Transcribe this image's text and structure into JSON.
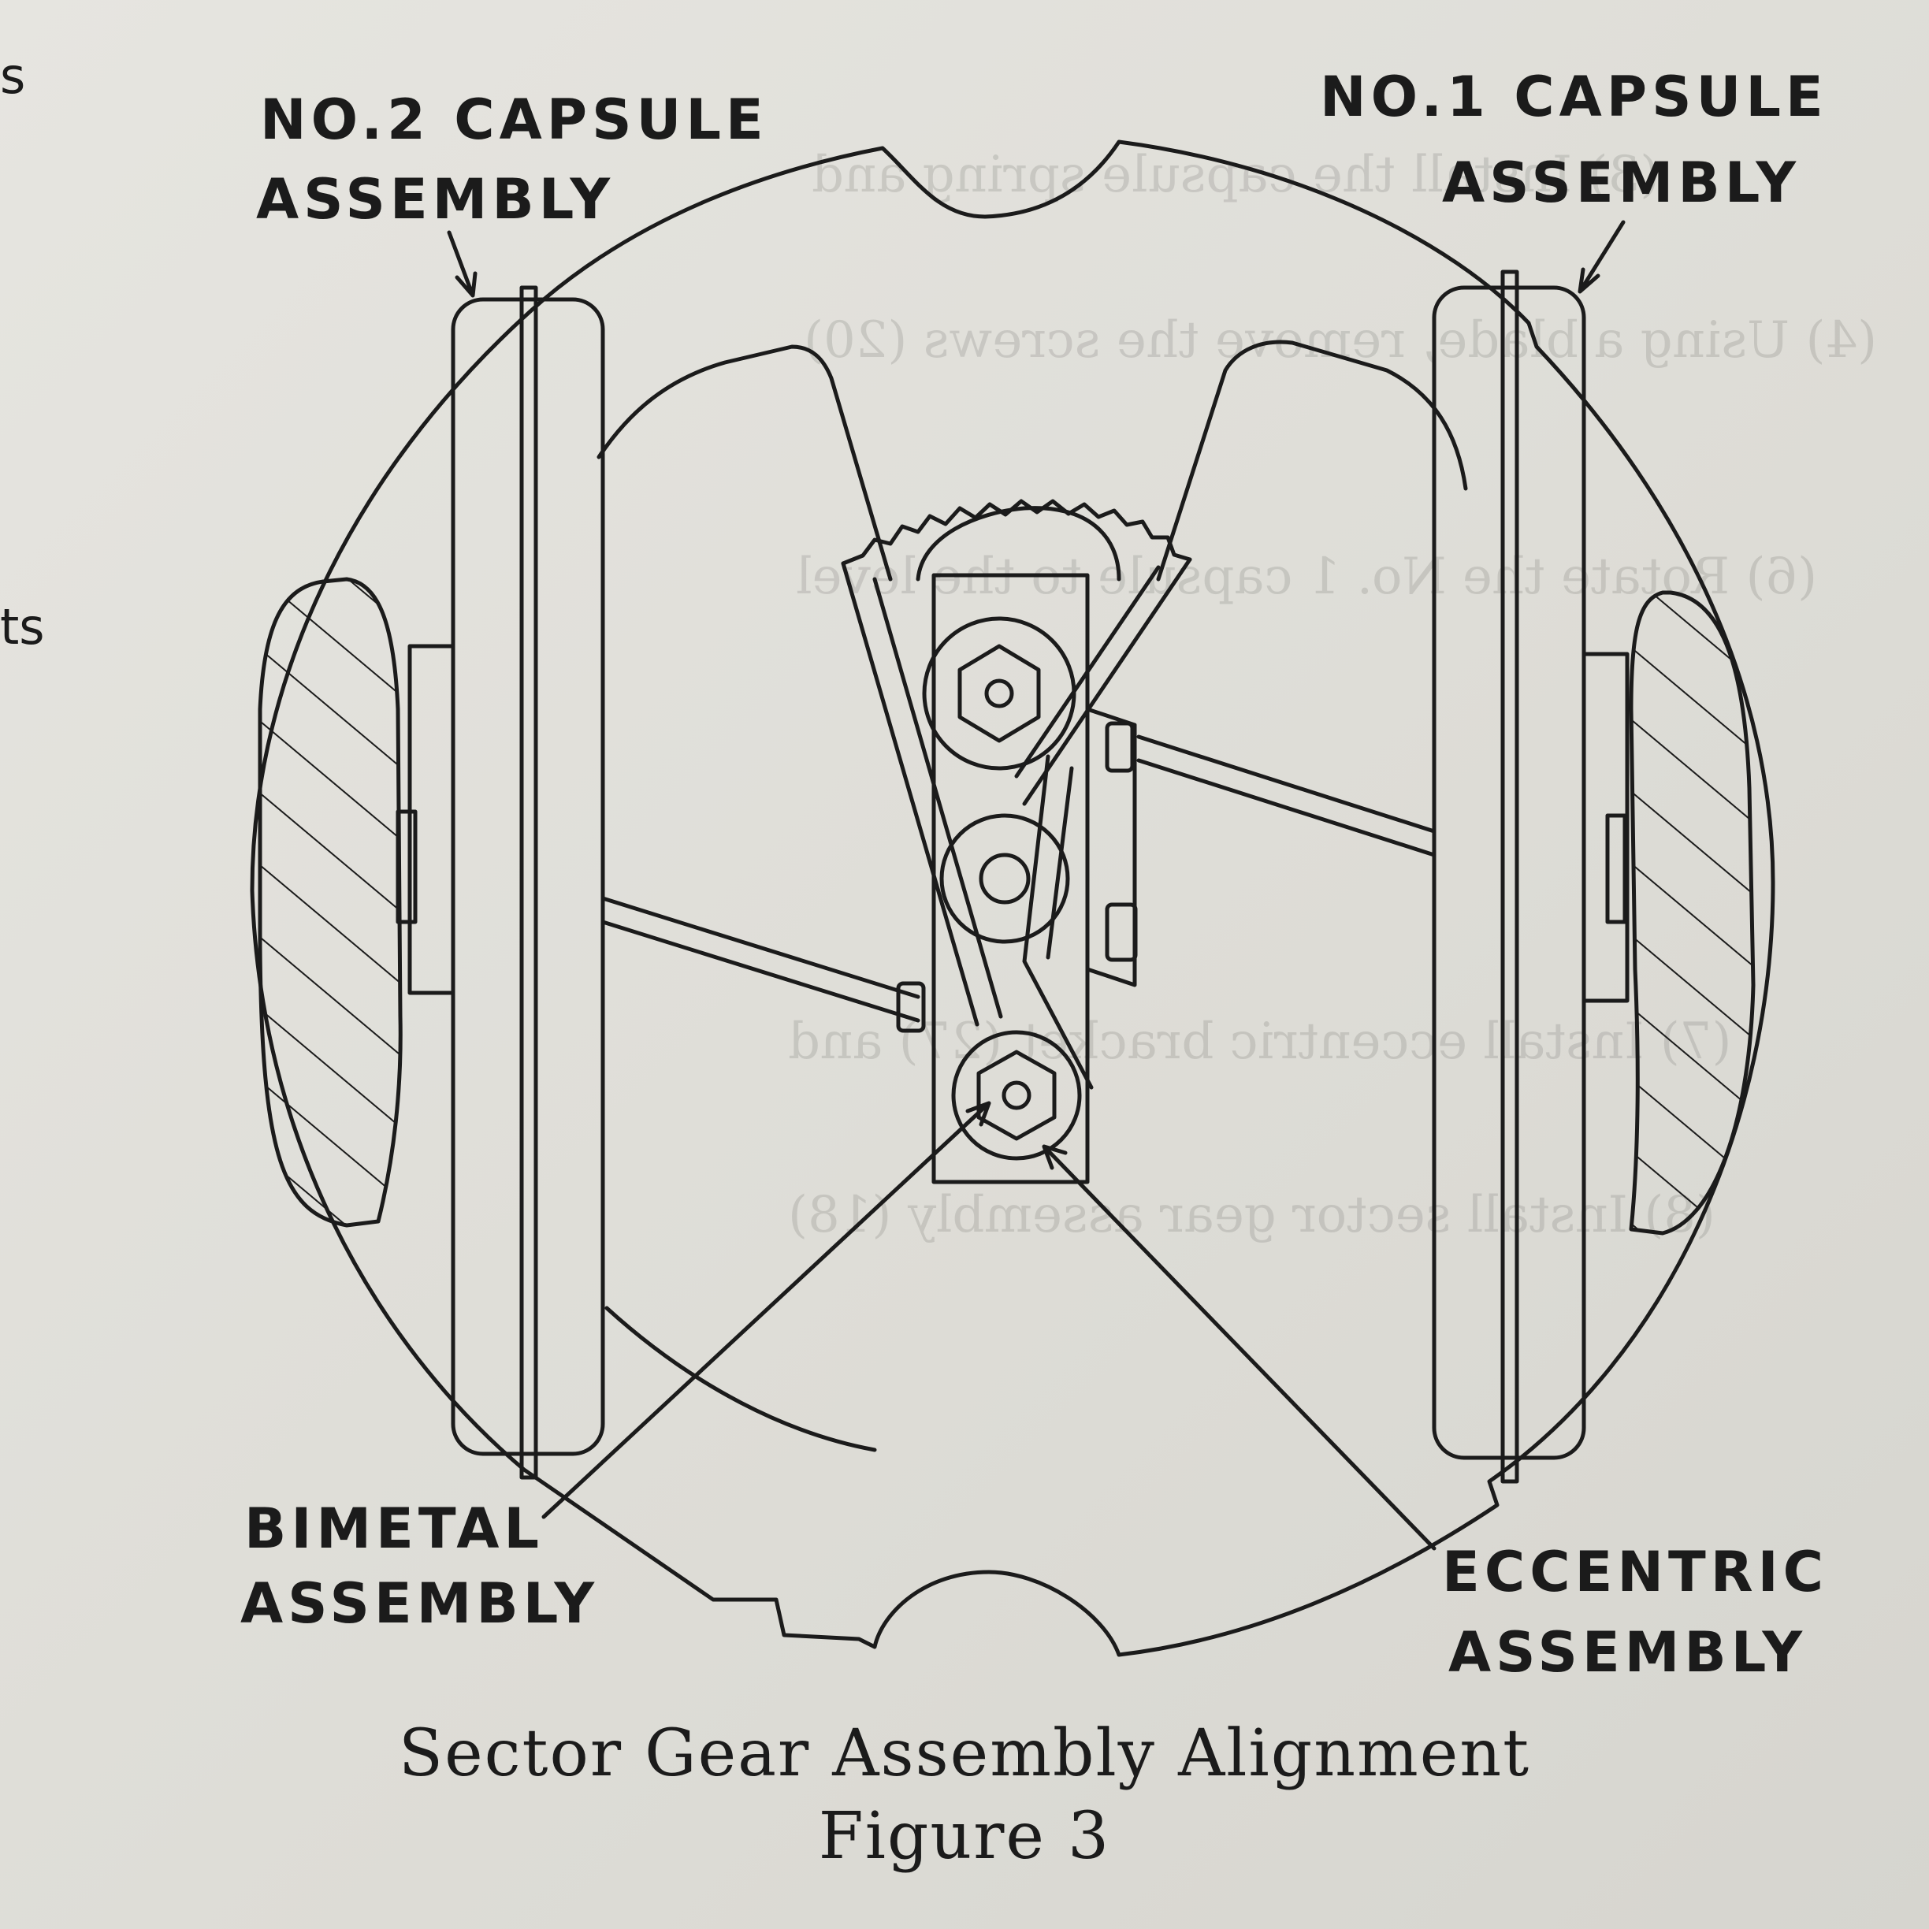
{
  "figure": {
    "labels": {
      "capsule2_line1": "NO.2 CAPSULE",
      "capsule2_line2": "ASSEMBLY",
      "capsule1_line1": "NO.1 CAPSULE",
      "capsule1_line2": "ASSEMBLY",
      "bimetal_line1": "BIMETAL",
      "bimetal_line2": "ASSEMBLY",
      "eccentric_line1": "ECCENTRIC",
      "eccentric_line2": "ASSEMBLY"
    },
    "caption_title": "Sector Gear Assembly Alignment",
    "caption_number": "Figure 3"
  },
  "margin_fragments": {
    "top_left": "s",
    "mid_left": "ts"
  },
  "bleed_through_text": [
    "(3) Install the capsule spring and",
    "(4) Using a blade, remove the screws (20)",
    "(6) Rotate the No. 1 capsule to the level",
    "(7) Install eccentric bracket (27) and",
    "(8) Install sector gear assembly (18)"
  ],
  "colors": {
    "paper": "#e3e2dd",
    "ink": "#1b1b1b"
  }
}
